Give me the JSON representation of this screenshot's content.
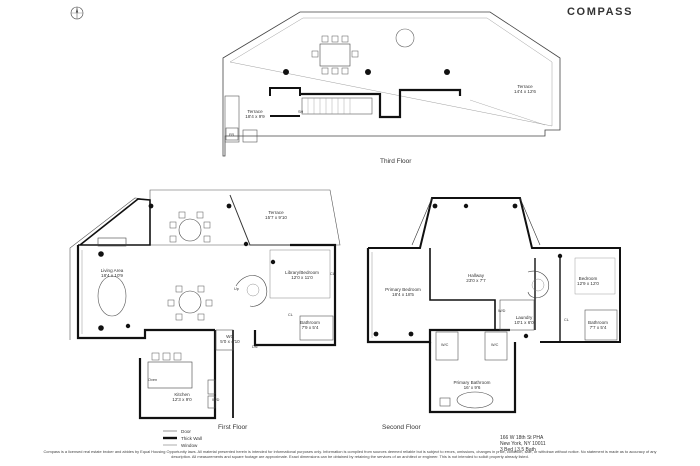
{
  "brand": "COMPASS",
  "floors": {
    "third": "Third Floor",
    "first": "First Floor",
    "second": "Second Floor"
  },
  "rooms": {
    "third_terrace_left": {
      "name": "Terrace",
      "dim": "18'4 x 9'9"
    },
    "third_terrace_right": {
      "name": "Terrace",
      "dim": "14'4 x 12'6"
    },
    "first_terrace": {
      "name": "Terrace",
      "dim": "15'7 x 9'10"
    },
    "living": {
      "name": "Living Area",
      "dim": "18'4 x 10'9"
    },
    "library": {
      "name": "Library/Bedroom",
      "dim": "12'0 x 11'0"
    },
    "bath_first": {
      "name": "Bathroom",
      "dim": "7'9 x 5'4"
    },
    "wc": {
      "name": "WC",
      "dim": "5'0 x 4'10"
    },
    "kitchen": {
      "name": "Kitchen",
      "dim": "12'3 x 9'0"
    },
    "primary_bed": {
      "name": "Primary Bedroom",
      "dim": "18'4 x 18'5"
    },
    "hallway": {
      "name": "Hallway",
      "dim": "23'0 x 7'7"
    },
    "bedroom": {
      "name": "Bedroom",
      "dim": "12'9 x 12'0"
    },
    "laundry": {
      "name": "Laundry",
      "dim": "10'1 x 6'0"
    },
    "bath_second": {
      "name": "Bathroom",
      "dim": "7'7 x 5'4"
    },
    "primary_bath": {
      "name": "Primary Bathroom",
      "dim": "16' x 9'6"
    }
  },
  "tags": {
    "fr": "FR",
    "cl": "CL",
    "wic": "W/C",
    "oven": "Oven",
    "wd": "W/D",
    "up": "Up",
    "dn": "DN",
    "sh": "SH"
  },
  "legend": {
    "door": "Door",
    "thick_wall": "Thick Wall",
    "window": "Window"
  },
  "address": {
    "line1": "166 W 18th St PHA",
    "line2": "New York, NY 10011",
    "line3": "3 Bed | 3.5 Bath"
  },
  "disclaimer": "Compass is a licensed real estate broker and abides by Equal Housing Opportunity laws. All material presented herein is intended for informational purposes only. Information is compiled from sources deemed reliable but is subject to errors, omissions, changes in price, condition, sale, or withdraw without notice. No statement is made as to accuracy of any description. All measurements and square footage are approximate. Exact dimensions can be obtained by retaining the services of an architect or engineer. This is not intended to solicit property already listed."
}
